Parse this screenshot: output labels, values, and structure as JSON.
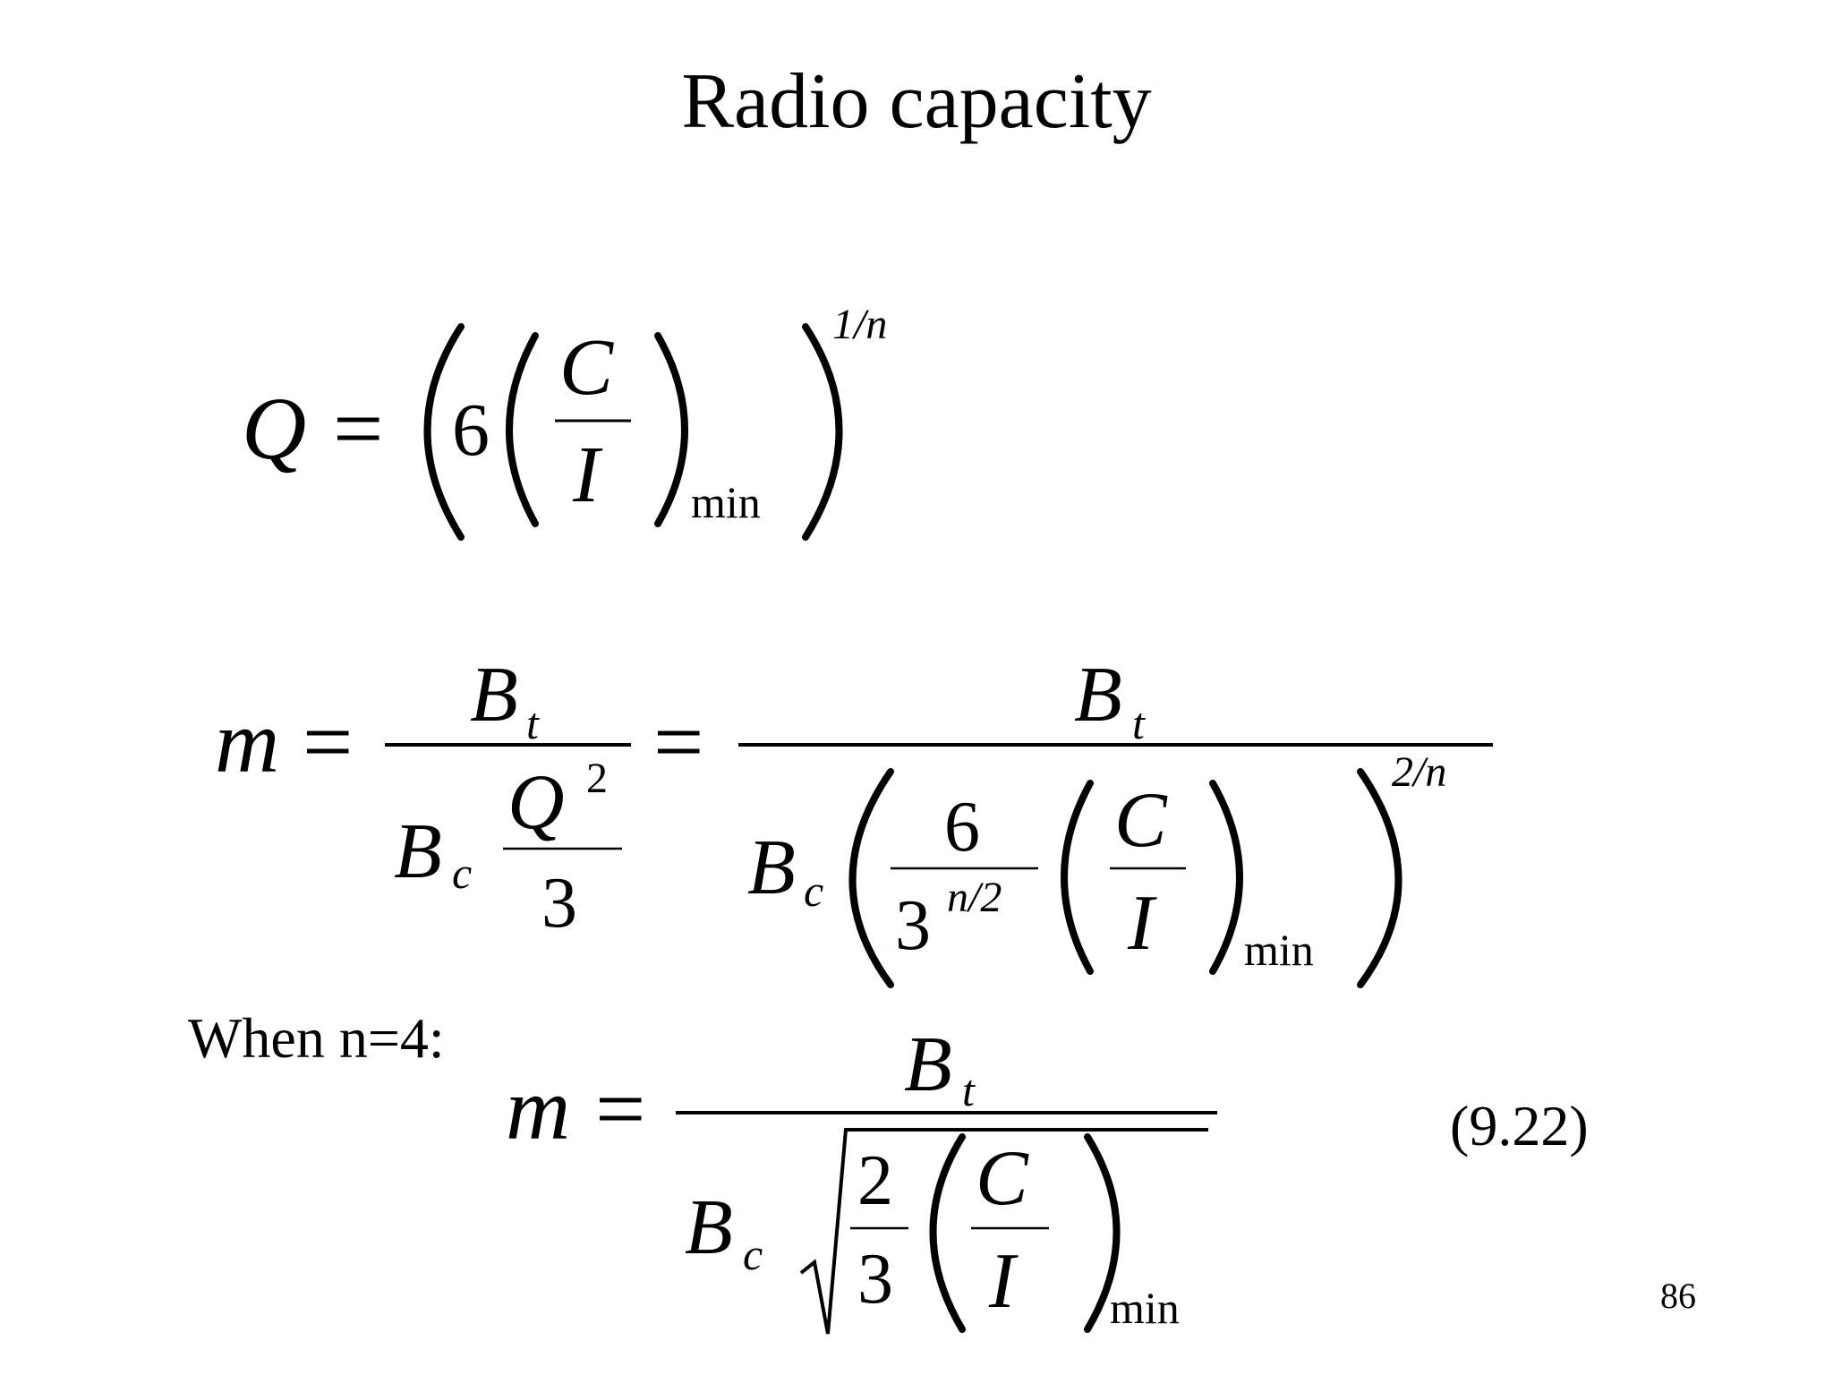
{
  "slide": {
    "title": "Radio capacity",
    "when_label": "When n=4:",
    "equation_number": "(9.22)",
    "page_number": "86"
  },
  "eq1": {
    "lhs": "Q",
    "equals": "=",
    "six": "6",
    "C": "C",
    "I": "I",
    "min": "min",
    "exponent": "1/n"
  },
  "eq2": {
    "lhs": "m",
    "equals": "=",
    "B": "B",
    "t": "t",
    "c": "c",
    "Q": "Q",
    "two": "2",
    "three": "3",
    "six": "6",
    "exp_n2": "n/2",
    "C": "C",
    "I": "I",
    "min": "min",
    "exponent": "2/n"
  },
  "eq3": {
    "lhs": "m",
    "equals": "=",
    "B": "B",
    "t": "t",
    "c": "c",
    "two": "2",
    "three": "3",
    "C": "C",
    "I": "I",
    "min": "min"
  }
}
